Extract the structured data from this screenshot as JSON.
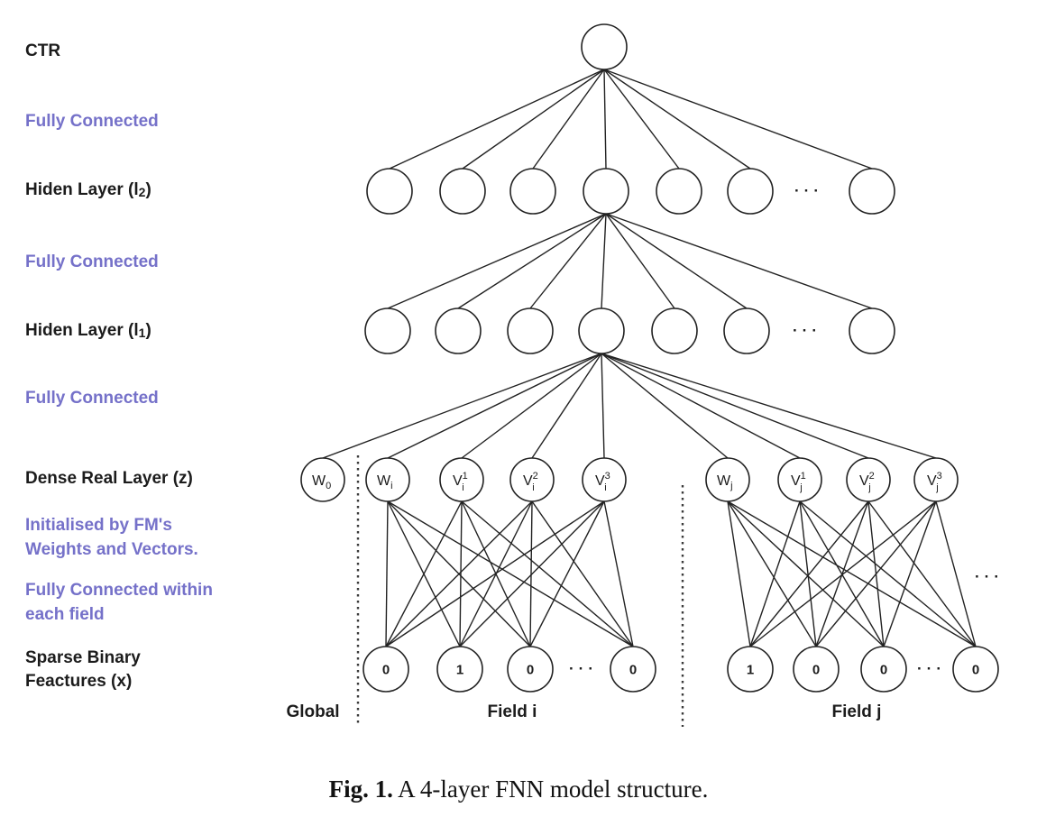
{
  "colors": {
    "annotation_purple": "#7571c9",
    "text_black": "#1c1c1c",
    "line_black": "#222222"
  },
  "labels": {
    "ctr": "CTR",
    "fully_connected_1": "Fully Connected",
    "hidden_layer_2": {
      "pre": "Hiden Layer (l",
      "sub": "2",
      "post": ")"
    },
    "fully_connected_2": "Fully Connected",
    "hidden_layer_1": {
      "pre": "Hiden Layer (l",
      "sub": "1",
      "post": ")"
    },
    "fully_connected_3": "Fully Connected",
    "dense_real_layer": "Dense Real Layer (z)",
    "initialised_line1": "Initialised by FM's",
    "initialised_line2": "Weights and Vectors.",
    "fc_within_line1": "Fully Connected within",
    "fc_within_line2": "each field",
    "sparse_line1": "Sparse Binary",
    "sparse_line2": "Feactures (x)",
    "global": "Global",
    "field_i": "Field i",
    "field_j": "Field j"
  },
  "caption": {
    "label": "Fig. 1.",
    "text": "A 4-layer FNN model structure."
  },
  "network": {
    "dense_nodes": [
      {
        "main": "W",
        "sub": "0",
        "sup": ""
      },
      {
        "main": "W",
        "sub": "i",
        "sup": ""
      },
      {
        "main": "V",
        "sub": "i",
        "sup": "1"
      },
      {
        "main": "V",
        "sub": "i",
        "sup": "2"
      },
      {
        "main": "V",
        "sub": "i",
        "sup": "3"
      },
      {
        "main": "W",
        "sub": "j",
        "sup": ""
      },
      {
        "main": "V",
        "sub": "j",
        "sup": "1"
      },
      {
        "main": "V",
        "sub": "j",
        "sup": "2"
      },
      {
        "main": "V",
        "sub": "j",
        "sup": "3"
      }
    ],
    "sparse_field_i": [
      "0",
      "1",
      "0",
      "0"
    ],
    "sparse_field_j": [
      "1",
      "0",
      "0",
      "0"
    ],
    "ellipsis": "···"
  }
}
